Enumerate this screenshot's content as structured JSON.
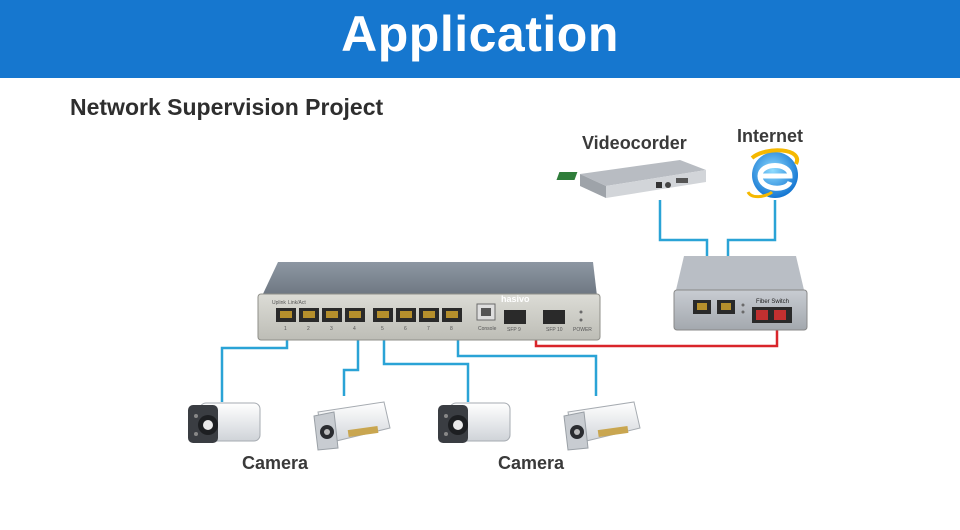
{
  "header": {
    "title": "Application"
  },
  "section": {
    "title": "Network Supervision Project"
  },
  "labels": {
    "videocorder": "Videocorder",
    "internet": "Internet",
    "camera_left": "Camera",
    "camera_right": "Camera"
  },
  "switch": {
    "brand": "hasivo",
    "top_left_labels": [
      "Uplink",
      "Link/Act"
    ],
    "port_numbers": [
      "1",
      "2",
      "3",
      "4",
      "5",
      "6",
      "7",
      "8"
    ],
    "console_label": "Console",
    "sfp_labels": [
      "SFP 9",
      "SFP 10"
    ],
    "power_label": "POWER"
  },
  "media_converter": {
    "label": "Fiber Switch"
  },
  "colors": {
    "banner": "#1677cf",
    "ethernet_link": "#2aa3d6",
    "fiber_link": "#d9252a"
  },
  "icons": [
    "internet-explorer-icon",
    "dvr-device",
    "poe-switch",
    "fiber-media-converter",
    "bullet-camera"
  ]
}
